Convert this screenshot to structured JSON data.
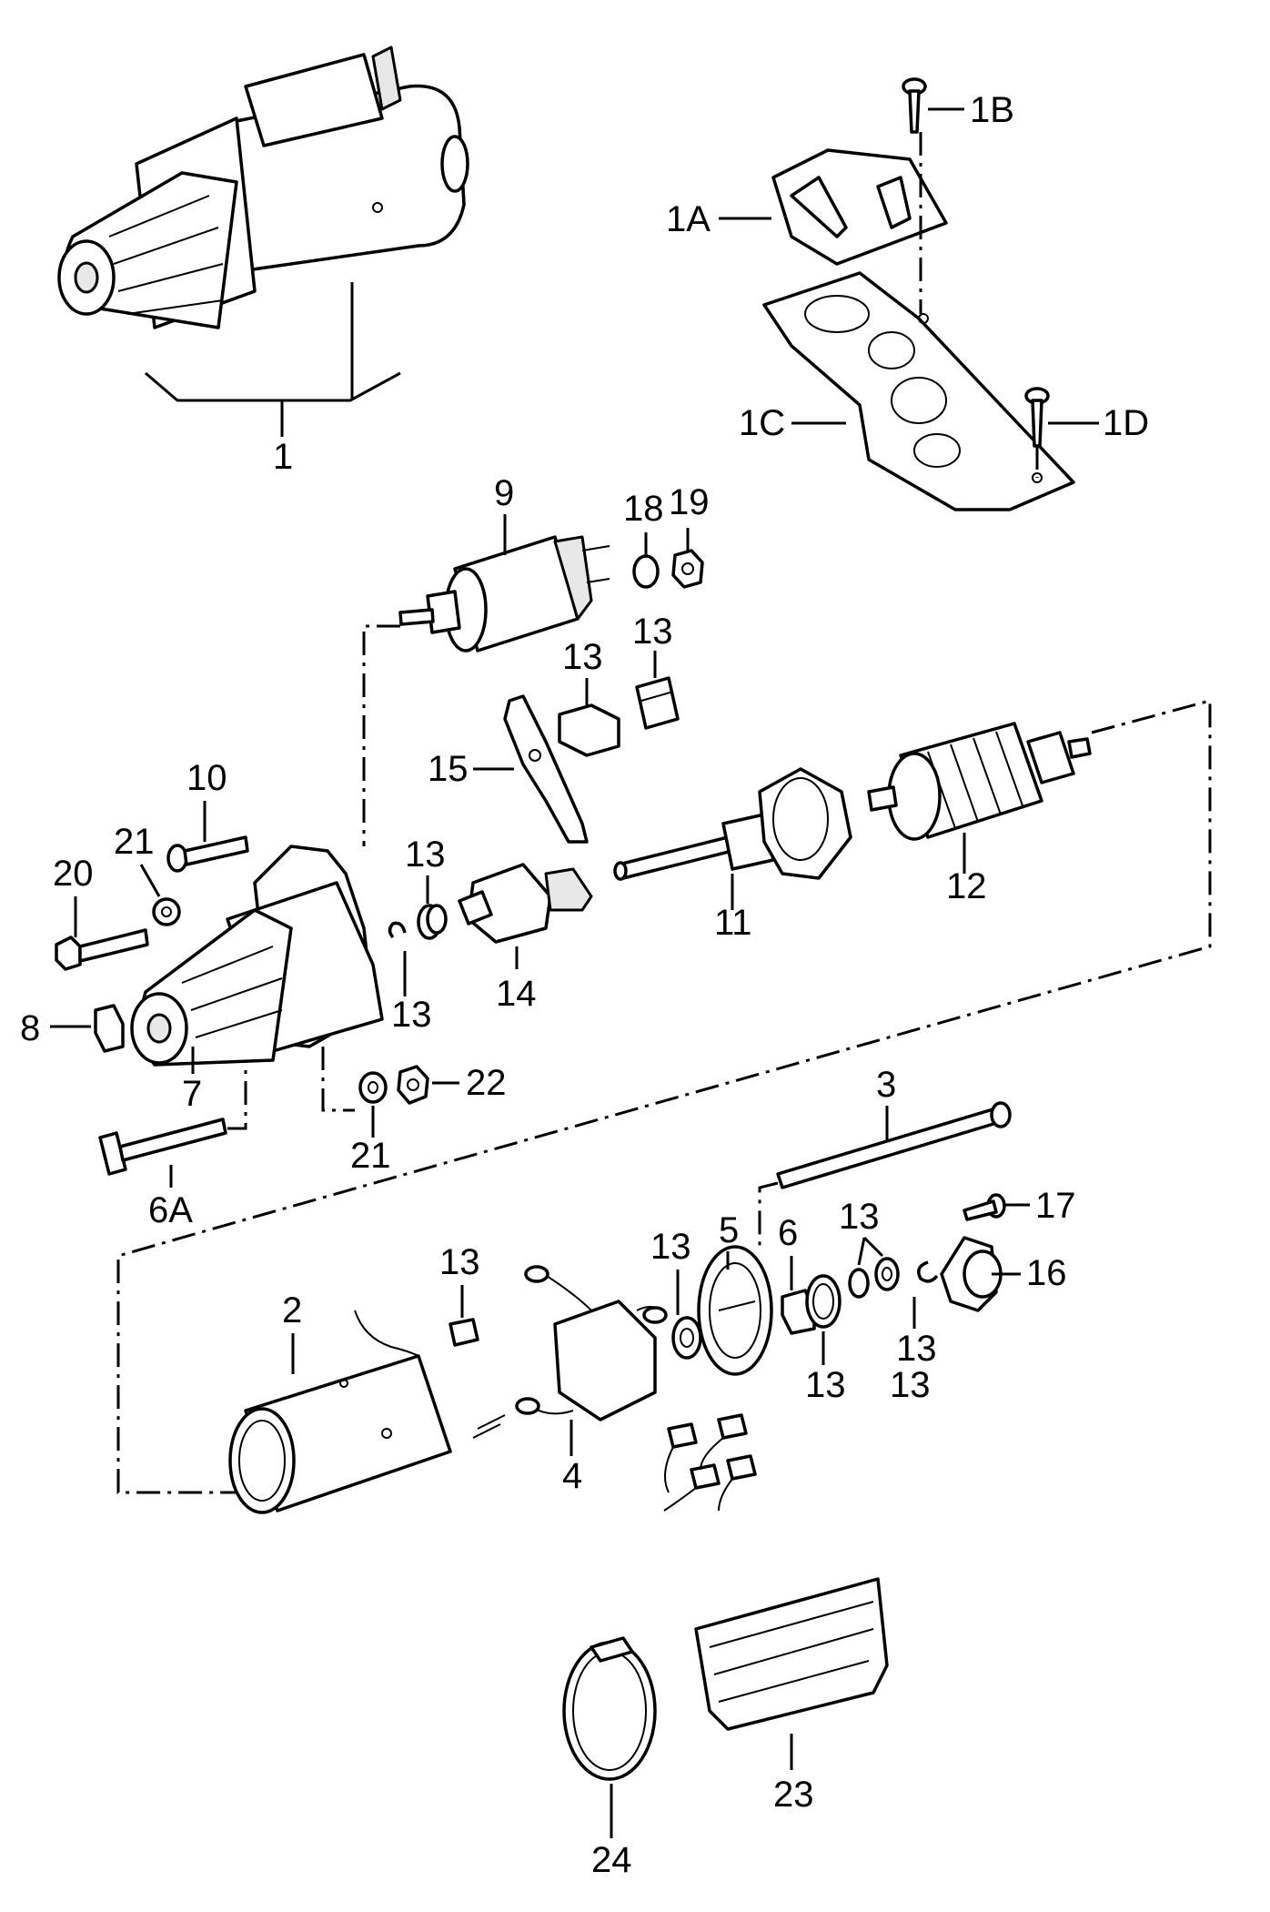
{
  "diagram": {
    "labels": {
      "p1": "1",
      "p1A": "1A",
      "p1B": "1B",
      "p1C": "1C",
      "p1D": "1D",
      "p2": "2",
      "p3": "3",
      "p4": "4",
      "p5": "5",
      "p6": "6",
      "p6A": "6A",
      "p7": "7",
      "p8": "8",
      "p9": "9",
      "p10": "10",
      "p11": "11",
      "p12": "12",
      "p13a": "13",
      "p13b": "13",
      "p13c": "13",
      "p13d": "13",
      "p13e": "13",
      "p13f": "13",
      "p13g": "13",
      "p13h": "13",
      "p13i": "13",
      "p13j": "13",
      "p14": "14",
      "p15": "15",
      "p16": "16",
      "p17": "17",
      "p18": "18",
      "p19": "19",
      "p20": "20",
      "p21a": "21",
      "p21b": "21",
      "p22": "22",
      "p23": "23",
      "p24": "24"
    }
  }
}
